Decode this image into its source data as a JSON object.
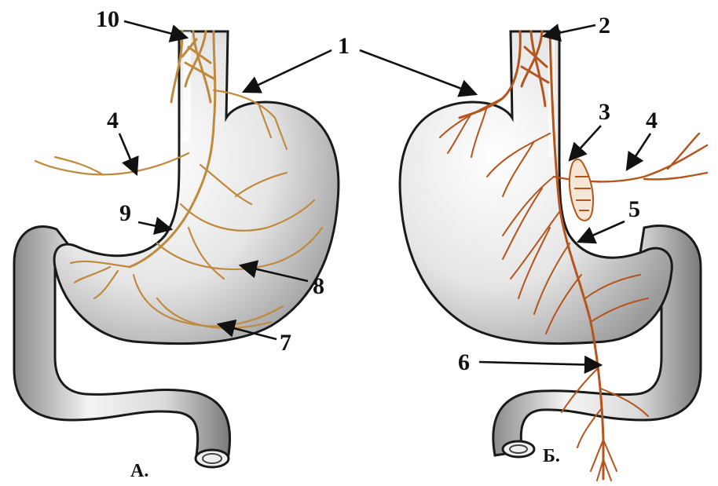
{
  "labels": {
    "l1": "1",
    "l2": "2",
    "l3": "3",
    "l4_left": "4",
    "l4_right": "4",
    "l5": "5",
    "l6": "6",
    "l7": "7",
    "l8": "8",
    "l9": "9",
    "l10": "10"
  },
  "captions": {
    "left": "А.",
    "right": "Б."
  },
  "colors": {
    "organ_fill": "#dcdcdc",
    "organ_outline": "#1a1a1a",
    "nerve_left": "#c08a3e",
    "nerve_right": "#b5541c",
    "arrow": "#111111"
  }
}
